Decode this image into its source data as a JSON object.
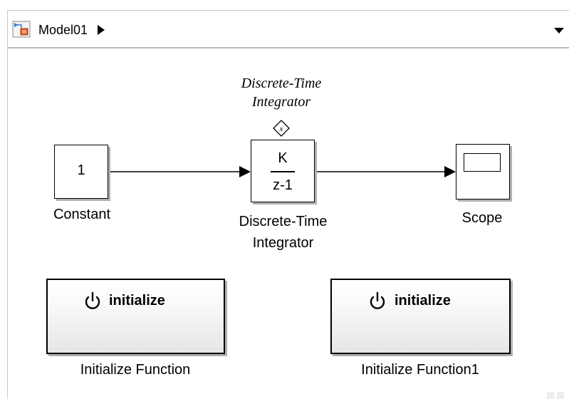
{
  "explorer": {
    "model_name": "Model01",
    "model_icon": "simulink-model-icon",
    "breadcrumb_arrow_icon": "triangle-right-icon",
    "menu_icon": "triangle-down-icon"
  },
  "blocks": {
    "constant": {
      "value": "1",
      "label": "Constant"
    },
    "integrator": {
      "numerator": "K",
      "denominator": "z-1",
      "label_line1": "Discrete-Time",
      "label_line2": "Integrator",
      "italic_line1": "Discrete-Time",
      "italic_line2": "Integrator",
      "state_port_symbol": "x"
    },
    "scope": {
      "label": "Scope"
    },
    "init_function_a": {
      "text": "initialize",
      "label": "Initialize Function",
      "icon": "power-icon"
    },
    "init_function_b": {
      "text": "initialize",
      "label": "Initialize Function1",
      "icon": "power-icon"
    }
  },
  "colors": {
    "block_border": "#000000",
    "block_shadow": "#b0b0b0",
    "canvas_background": "#ffffff",
    "model_icon_accent": "#e05a1f",
    "model_icon_blue": "#3a78c8"
  }
}
